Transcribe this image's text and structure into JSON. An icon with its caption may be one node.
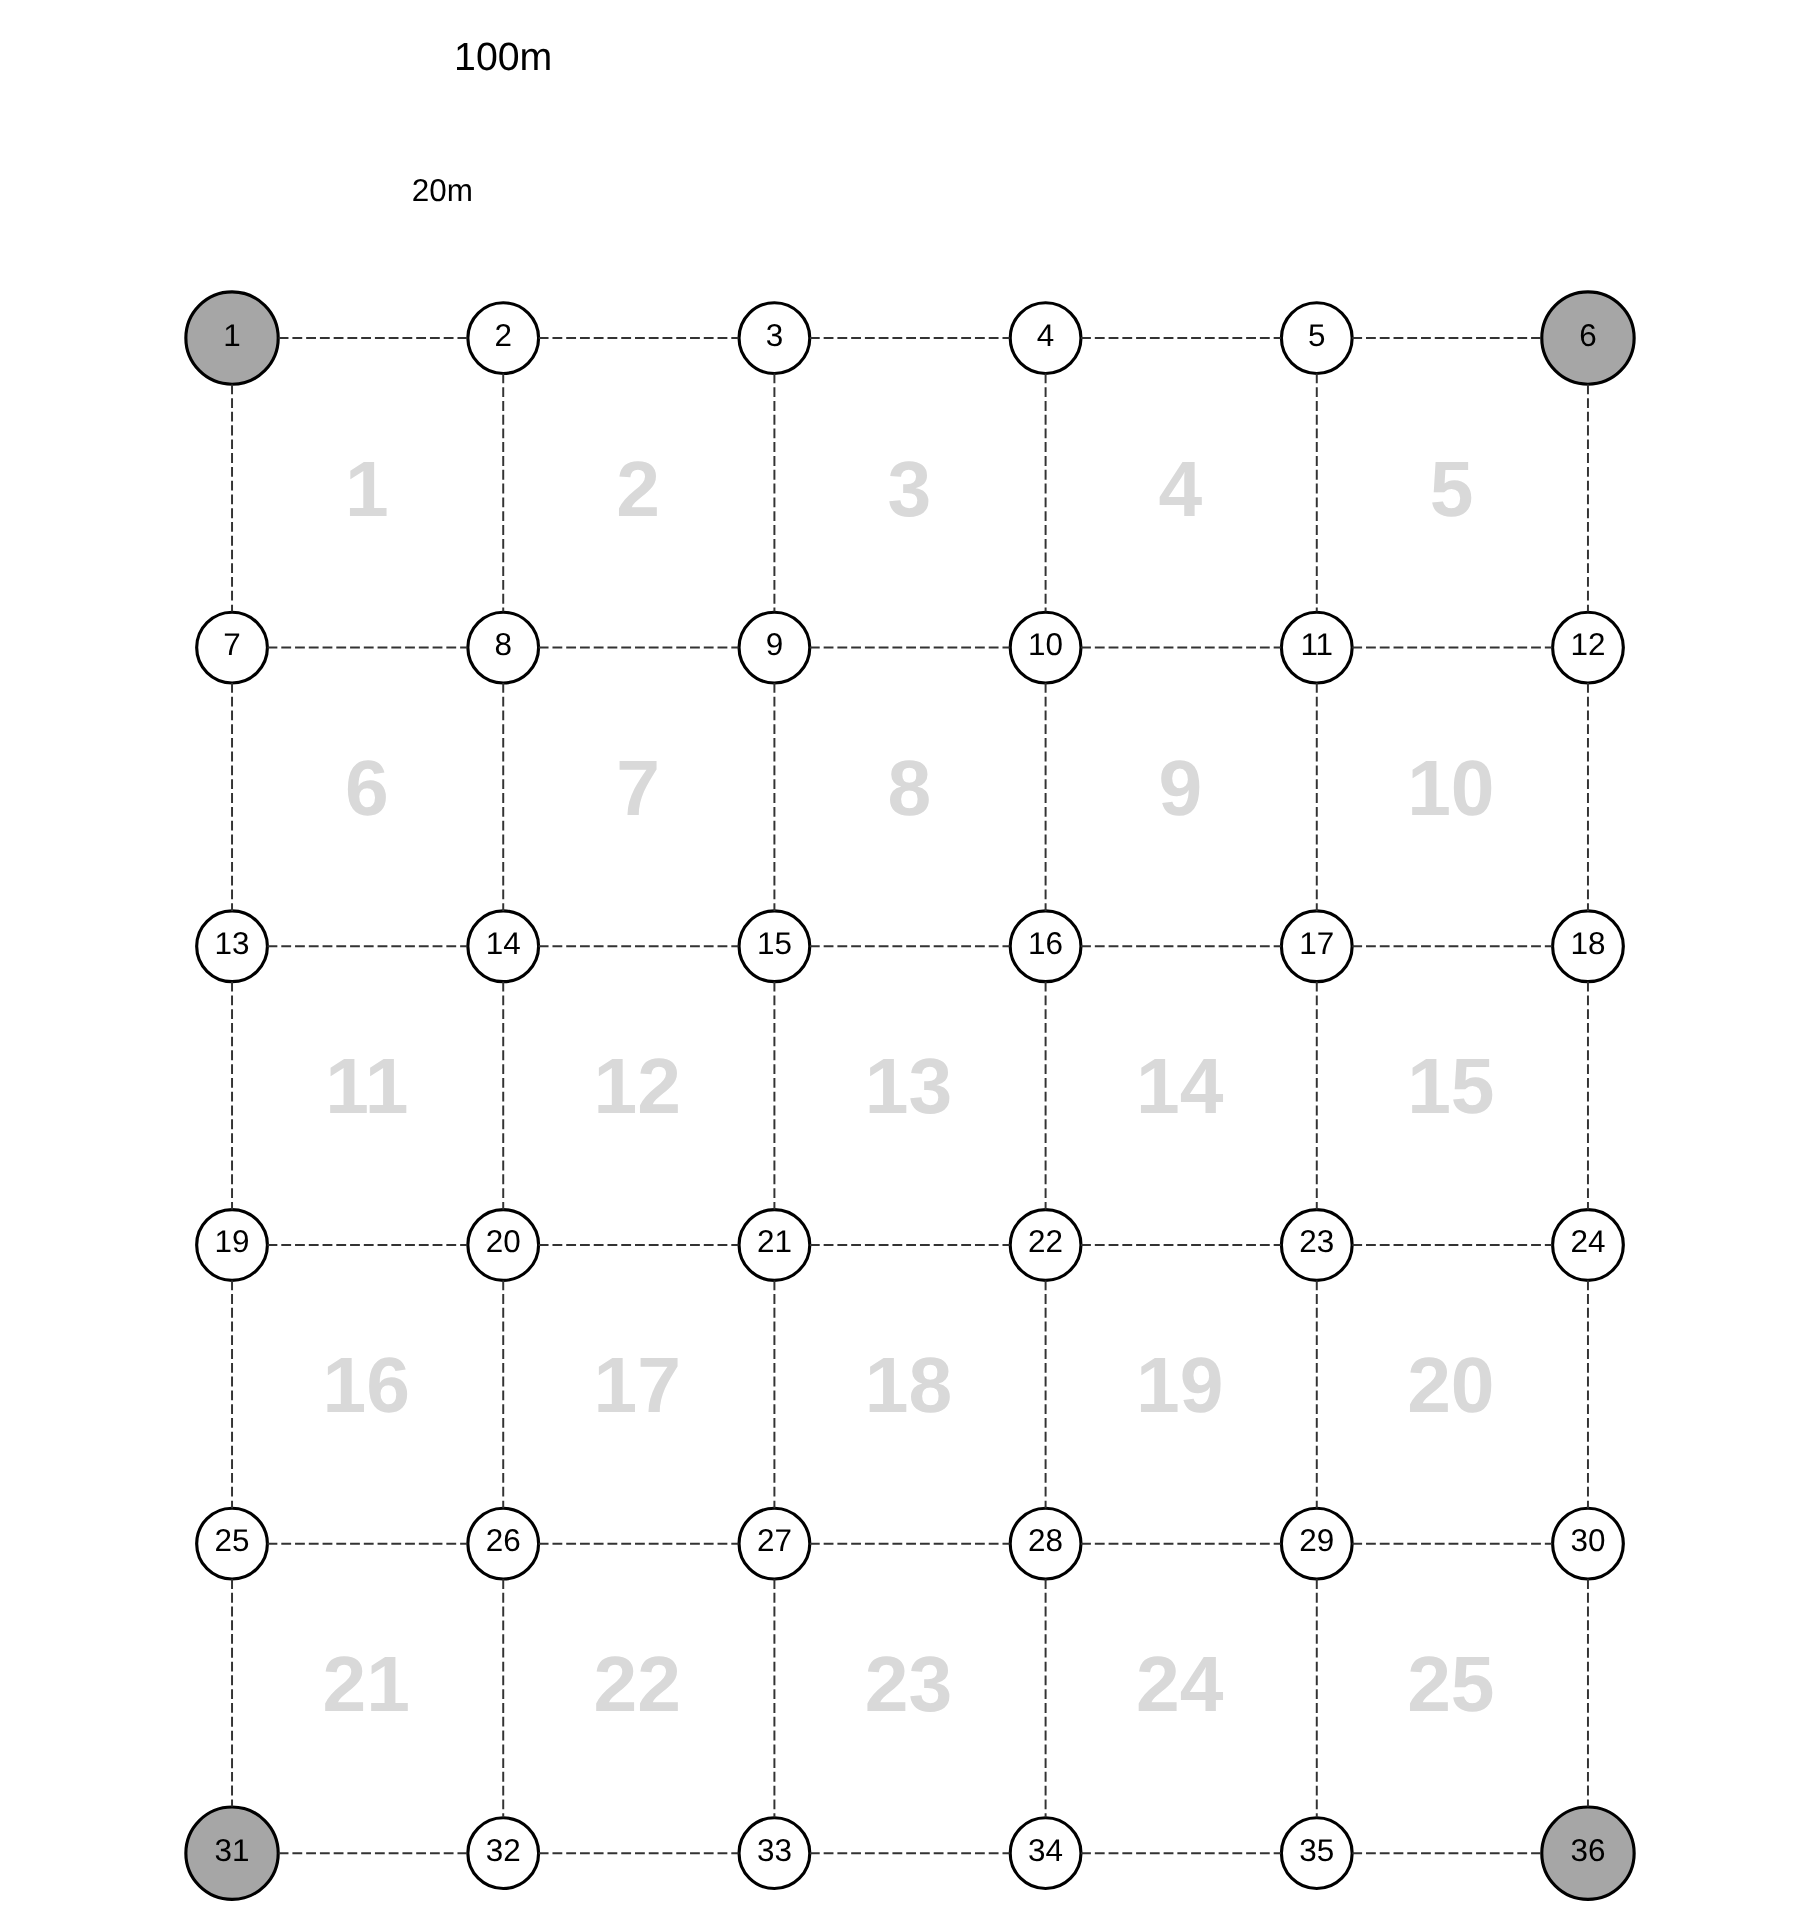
{
  "diagram": {
    "nodes": [
      {
        "text": [
          "1"
        ]
      },
      {
        "text": [
          "2"
        ]
      },
      {
        "text": [
          "3"
        ]
      },
      {
        "text": [
          "4"
        ]
      },
      {
        "text": [
          "5"
        ]
      },
      {
        "text": [
          "6"
        ]
      },
      {
        "text": [
          "7"
        ]
      },
      {
        "text": [
          "8"
        ]
      },
      {
        "text": [
          "9"
        ]
      },
      {
        "text": [
          "10"
        ]
      },
      {
        "text": [
          "11"
        ]
      },
      {
        "text": [
          "12"
        ]
      },
      {
        "text": [
          "13"
        ]
      },
      {
        "text": [
          "14"
        ]
      },
      {
        "text": [
          "15"
        ]
      },
      {
        "text": [
          "16"
        ]
      },
      {
        "text": [
          "17"
        ]
      },
      {
        "text": [
          "18"
        ]
      },
      {
        "text": [
          "19"
        ]
      },
      {
        "text": [
          "20"
        ]
      },
      {
        "text": [
          "21"
        ]
      },
      {
        "text": [
          "22"
        ]
      },
      {
        "text": [
          "23"
        ]
      },
      {
        "text": [
          "24"
        ]
      },
      {
        "text": [
          "25"
        ]
      },
      {
        "text": [
          "26"
        ]
      },
      {
        "text": [
          "27"
        ]
      },
      {
        "text": [
          "28"
        ]
      },
      {
        "text": [
          "29"
        ]
      },
      {
        "text": [
          "30"
        ]
      },
      {
        "text": [
          "31"
        ]
      },
      {
        "text": [
          "32"
        ]
      },
      {
        "text": [
          "33"
        ]
      },
      {
        "text": [
          "34"
        ]
      },
      {
        "text": [
          "35"
        ]
      },
      {
        "text": [
          "36"
        ]
      }
    ],
    "edges": [
      {
        "from": 0,
        "to": 1,
        "arrow": "none",
        "style": "dashed"
      },
      {
        "from": 1,
        "to": 2,
        "arrow": "none",
        "style": "dashed"
      },
      {
        "from": 2,
        "to": 3,
        "arrow": "none",
        "style": "dashed"
      },
      {
        "from": 3,
        "to": 4,
        "arrow": "none",
        "style": "dashed"
      },
      {
        "from": 4,
        "to": 5,
        "arrow": "none",
        "style": "dashed"
      },
      {
        "from": 0,
        "to": 6,
        "arrow": "none",
        "style": "dashed"
      },
      {
        "from": 1,
        "to": 7,
        "arrow": "none",
        "style": "dashed"
      },
      {
        "from": 2,
        "to": 8,
        "arrow": "none",
        "style": "dashed"
      },
      {
        "from": 3,
        "to": 9,
        "arrow": "none",
        "style": "dashed"
      },
      {
        "from": 4,
        "to": 10,
        "arrow": "none",
        "style": "dashed"
      },
      {
        "from": 5,
        "to": 11,
        "arrow": "none",
        "style": "dashed"
      },
      {
        "from": 6,
        "to": 7,
        "arrow": "none",
        "style": "dashed"
      },
      {
        "from": 7,
        "to": 8,
        "arrow": "none",
        "style": "dashed"
      },
      {
        "from": 8,
        "to": 9,
        "arrow": "none",
        "style": "dashed"
      },
      {
        "from": 9,
        "to": 10,
        "arrow": "none",
        "style": "dashed"
      },
      {
        "from": 10,
        "to": 11,
        "arrow": "none",
        "style": "dashed"
      },
      {
        "from": 6,
        "to": 12,
        "arrow": "none",
        "style": "dashed"
      },
      {
        "from": 7,
        "to": 13,
        "arrow": "none",
        "style": "dashed"
      },
      {
        "from": 8,
        "to": 14,
        "arrow": "none",
        "style": "dashed"
      },
      {
        "from": 9,
        "to": 15,
        "arrow": "none",
        "style": "dashed"
      },
      {
        "from": 10,
        "to": 16,
        "arrow": "none",
        "style": "dashed"
      },
      {
        "from": 11,
        "to": 17,
        "arrow": "none",
        "style": "dashed"
      },
      {
        "from": 12,
        "to": 13,
        "arrow": "none",
        "style": "dashed"
      },
      {
        "from": 13,
        "to": 14,
        "arrow": "none",
        "style": "dashed"
      },
      {
        "from": 14,
        "to": 15,
        "arrow": "none",
        "style": "dashed"
      },
      {
        "from": 15,
        "to": 16,
        "arrow": "none",
        "style": "dashed"
      },
      {
        "from": 16,
        "to": 17,
        "arrow": "none",
        "style": "dashed"
      },
      {
        "from": 12,
        "to": 18,
        "arrow": "none",
        "style": "dashed"
      },
      {
        "from": 13,
        "to": 19,
        "arrow": "none",
        "style": "dashed"
      },
      {
        "from": 14,
        "to": 20,
        "arrow": "none",
        "style": "dashed"
      },
      {
        "from": 15,
        "to": 21,
        "arrow": "none",
        "style": "dashed"
      },
      {
        "from": 16,
        "to": 22,
        "arrow": "none",
        "style": "dashed"
      },
      {
        "from": 17,
        "to": 23,
        "arrow": "none",
        "style": "dashed"
      },
      {
        "from": 18,
        "to": 19,
        "arrow": "none",
        "style": "dashed"
      },
      {
        "from": 19,
        "to": 20,
        "arrow": "none",
        "style": "dashed"
      },
      {
        "from": 20,
        "to": 21,
        "arrow": "none",
        "style": "dashed"
      },
      {
        "from": 21,
        "to": 22,
        "arrow": "none",
        "style": "dashed"
      },
      {
        "from": 22,
        "to": 23,
        "arrow": "none",
        "style": "dashed"
      },
      {
        "from": 18,
        "to": 24,
        "arrow": "none",
        "style": "dashed"
      },
      {
        "from": 19,
        "to": 25,
        "arrow": "none",
        "style": "dashed"
      },
      {
        "from": 20,
        "to": 26,
        "arrow": "none",
        "style": "dashed"
      },
      {
        "from": 21,
        "to": 27,
        "arrow": "none",
        "style": "dashed"
      },
      {
        "from": 22,
        "to": 28,
        "arrow": "none",
        "style": "dashed"
      },
      {
        "from": 23,
        "to": 29,
        "arrow": "none",
        "style": "dashed"
      },
      {
        "from": 24,
        "to": 25,
        "arrow": "none",
        "style": "dashed"
      },
      {
        "from": 25,
        "to": 26,
        "arrow": "none",
        "style": "dashed"
      },
      {
        "from": 26,
        "to": 27,
        "arrow": "none",
        "style": "dashed"
      },
      {
        "from": 27,
        "to": 28,
        "arrow": "none",
        "style": "dashed"
      },
      {
        "from": 28,
        "to": 29,
        "arrow": "none",
        "style": "dashed"
      },
      {
        "from": 24,
        "to": 30,
        "arrow": "none",
        "style": "dashed"
      },
      {
        "from": 25,
        "to": 31,
        "arrow": "none",
        "style": "dashed"
      },
      {
        "from": 26,
        "to": 32,
        "arrow": "none",
        "style": "dashed"
      },
      {
        "from": 27,
        "to": 33,
        "arrow": "none",
        "style": "dashed"
      },
      {
        "from": 28,
        "to": 34,
        "arrow": "none",
        "style": "dashed"
      },
      {
        "from": 29,
        "to": 35,
        "arrow": "none",
        "style": "dashed"
      },
      {
        "from": 30,
        "to": 31,
        "arrow": "none",
        "style": "dashed"
      },
      {
        "from": 31,
        "to": 32,
        "arrow": "none",
        "style": "dashed"
      },
      {
        "from": 32,
        "to": 33,
        "arrow": "none",
        "style": "dashed"
      },
      {
        "from": 33,
        "to": 34,
        "arrow": "none",
        "style": "dashed"
      },
      {
        "from": 34,
        "to": 35,
        "arrow": "none",
        "style": "dashed"
      }
    ],
    "labels": [
      "100m",
      "20m",
      "1",
      "2",
      "3",
      "4",
      "5",
      "6",
      "7",
      "8",
      "9",
      "10",
      "11",
      "12",
      "13",
      "14",
      "15",
      "16",
      "17",
      "18",
      "19",
      "20",
      "21",
      "22",
      "23",
      "24",
      "25"
    ]
  }
}
